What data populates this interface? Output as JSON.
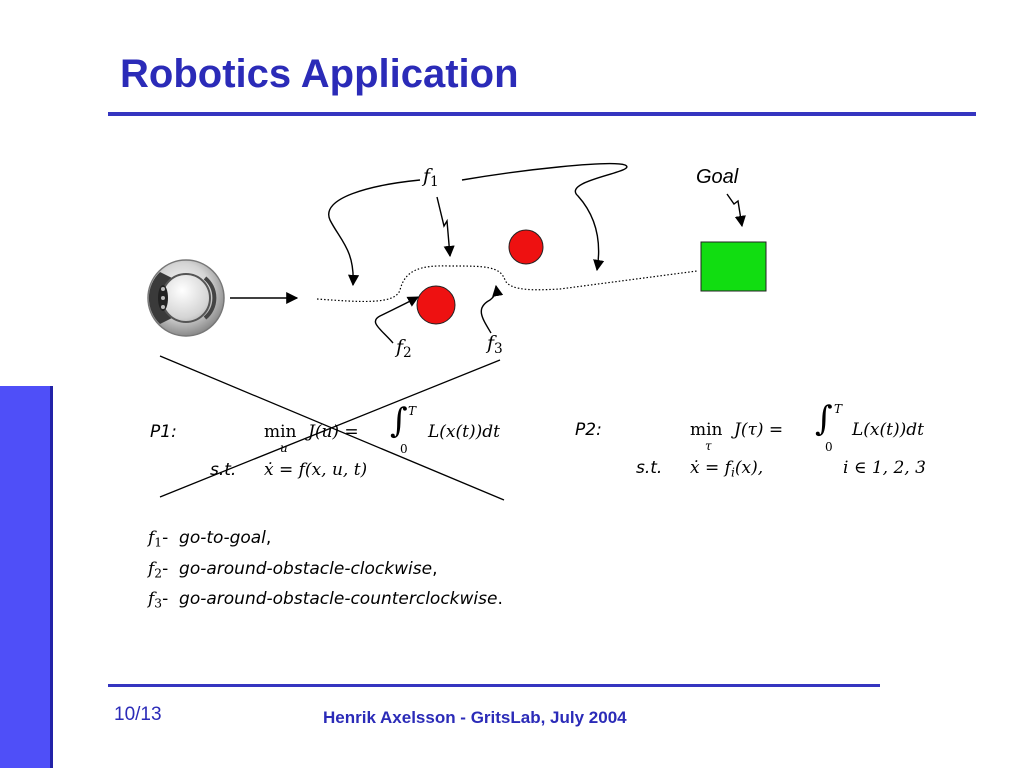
{
  "slide": {
    "title": "Robotics Application",
    "page_number": "10/13",
    "footer": "Henrik Axelsson - GritsLab, July 2004"
  },
  "figure": {
    "goal_label": "Goal",
    "f1_name": "f",
    "f1_index": "1",
    "f2_name": "f",
    "f2_index": "2",
    "f3_name": "f",
    "f3_index": "3",
    "colors": {
      "obstacle": "#ee1111",
      "goal_box": "#11dd11",
      "accent": "#2b2bb8"
    }
  },
  "problems": {
    "p1": {
      "label": "P1:",
      "min_op": "min",
      "min_sub": "u",
      "objective": "J(u) =",
      "integral_upper": "T",
      "integral_lower": "0",
      "integrand": "L(x(t))dt",
      "st_label": "s.t.",
      "constraint": "ẋ = f(x, u, t)",
      "crossed_out": true
    },
    "p2": {
      "label": "P2:",
      "min_op": "min",
      "min_sub": "τ",
      "objective": "J(τ) =",
      "integral_upper": "T",
      "integral_lower": "0",
      "integrand": "L(x(t))dt",
      "st_label": "s.t.",
      "constraint": "ẋ = f",
      "constraint_sub": "i",
      "constraint_tail": "(x),",
      "index_set": "i ∈ 1, 2, 3"
    }
  },
  "legend": [
    {
      "name": "f",
      "index": "1",
      "dash": "-",
      "desc": "go-to-goal",
      "punct": ","
    },
    {
      "name": "f",
      "index": "2",
      "dash": "-",
      "desc": "go-around-obstacle-clockwise",
      "punct": ","
    },
    {
      "name": "f",
      "index": "3",
      "dash": "-",
      "desc": "go-around-obstacle-counterclockwise",
      "punct": "."
    }
  ]
}
